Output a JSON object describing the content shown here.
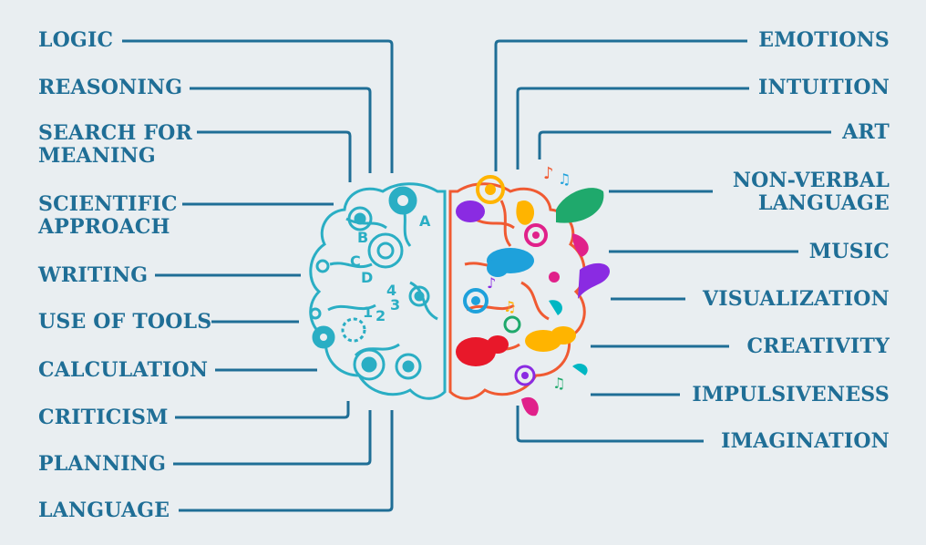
{
  "colors": {
    "background": "#e9eef1",
    "label_text": "#1f6e96",
    "connector_line": "#1f6e96",
    "left_brain_outline": "#2aaec4",
    "right_brain_outline": "#f05a32",
    "right_brain_accents": [
      "#e0218a",
      "#8a2be2",
      "#1ea1db",
      "#ffb400",
      "#e8182a",
      "#1fa96c",
      "#00b7c3",
      "#f1a20b"
    ]
  },
  "left_labels": [
    {
      "lines": [
        "LOGIC"
      ]
    },
    {
      "lines": [
        "REASONING"
      ]
    },
    {
      "lines": [
        "SEARCH FOR",
        "MEANING"
      ]
    },
    {
      "lines": [
        "SCIENTIFIC",
        "APPROACH"
      ]
    },
    {
      "lines": [
        "WRITING"
      ]
    },
    {
      "lines": [
        "USE OF TOOLS"
      ]
    },
    {
      "lines": [
        "CALCULATION"
      ]
    },
    {
      "lines": [
        "CRITICISM"
      ]
    },
    {
      "lines": [
        "PLANNING"
      ]
    },
    {
      "lines": [
        "LANGUAGE"
      ]
    }
  ],
  "right_labels": [
    {
      "lines": [
        "EMOTIONS"
      ]
    },
    {
      "lines": [
        "INTUITION"
      ]
    },
    {
      "lines": [
        "ART"
      ]
    },
    {
      "lines": [
        "NON-VERBAL",
        "LANGUAGE"
      ]
    },
    {
      "lines": [
        "MUSIC"
      ]
    },
    {
      "lines": [
        "VISUALIZATION"
      ]
    },
    {
      "lines": [
        "CREATIVITY"
      ]
    },
    {
      "lines": [
        "IMPULSIVENESS"
      ]
    },
    {
      "lines": [
        "IMAGINATION"
      ]
    }
  ],
  "brain_glyphs": {
    "letters": [
      "A",
      "B",
      "C",
      "D"
    ],
    "numbers": [
      "1",
      "2",
      "3",
      "4"
    ]
  },
  "icons": {
    "left_hemisphere": "gear-brain-icon",
    "right_hemisphere": "paint-splash-brain-icon"
  }
}
